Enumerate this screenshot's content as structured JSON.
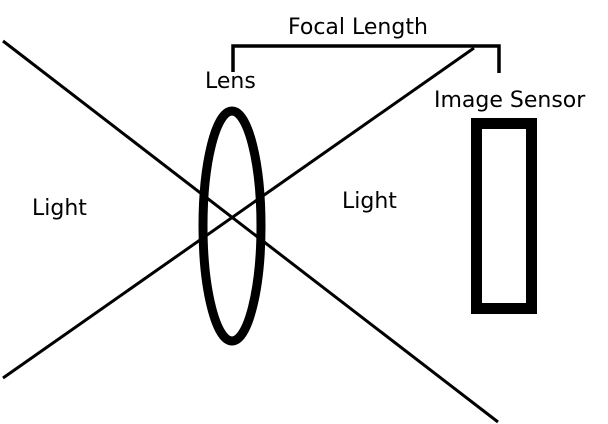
{
  "labels": {
    "focal_length": "Focal Length",
    "lens": "Lens",
    "image_sensor": "Image Sensor",
    "light_left": "Light",
    "light_right": "Light"
  },
  "colors": {
    "stroke": "#000000",
    "background": "#ffffff"
  }
}
